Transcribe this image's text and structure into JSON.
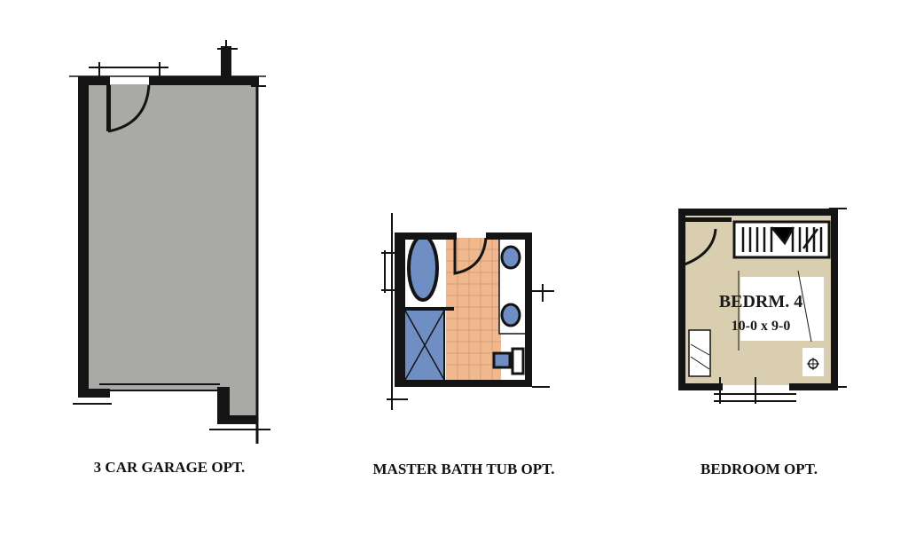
{
  "captions": {
    "garage": "3 CAR GARAGE OPT.",
    "bath": "MASTER BATH TUB OPT.",
    "bedroom": "BEDROOM OPT."
  },
  "bedroom_plan": {
    "room_name": "BEDRM. 4",
    "room_size": "10-0 x 9-0"
  },
  "colors": {
    "wall": "#141414",
    "garage_floor": "#a9aaa6",
    "tile": "#f0b88c",
    "fixture_blue": "#6f8fc4",
    "bedroom_floor": "#d9ceb0"
  }
}
